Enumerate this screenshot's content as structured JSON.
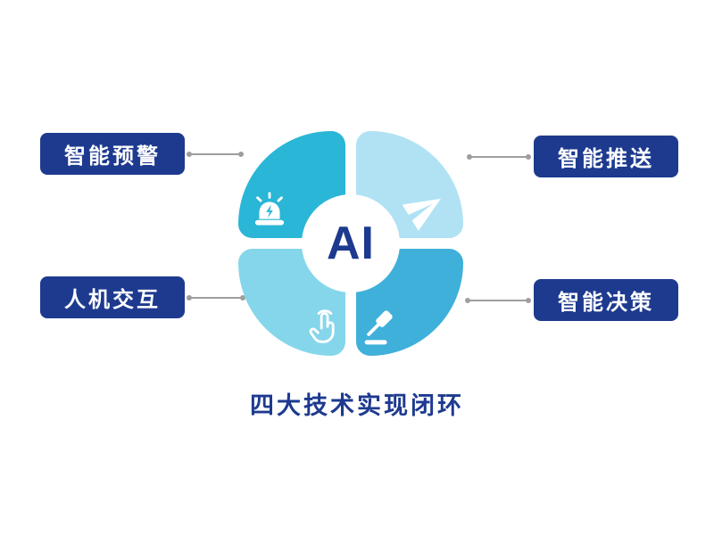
{
  "diagram": {
    "center_label": "AI",
    "caption": "四大技术实现闭环",
    "nodes": [
      {
        "label": "智能预警",
        "position": "top-left",
        "icon": "siren-icon"
      },
      {
        "label": "智能推送",
        "position": "top-right",
        "icon": "paper-plane-icon"
      },
      {
        "label": "人机交互",
        "position": "bottom-left",
        "icon": "touch-gesture-icon"
      },
      {
        "label": "智能决策",
        "position": "bottom-right",
        "icon": "gavel-icon"
      }
    ],
    "colors": {
      "label_bg": "#1d3a8f",
      "label_text": "#ffffff",
      "center_text": "#1d3a8f",
      "quadrant_top_left": "#2ab6d6",
      "quadrant_top_right": "#b0e2f4",
      "quadrant_bottom_left": "#85d6ea",
      "quadrant_bottom_right": "#3fb0da",
      "connector": "#9e9e9e"
    }
  }
}
